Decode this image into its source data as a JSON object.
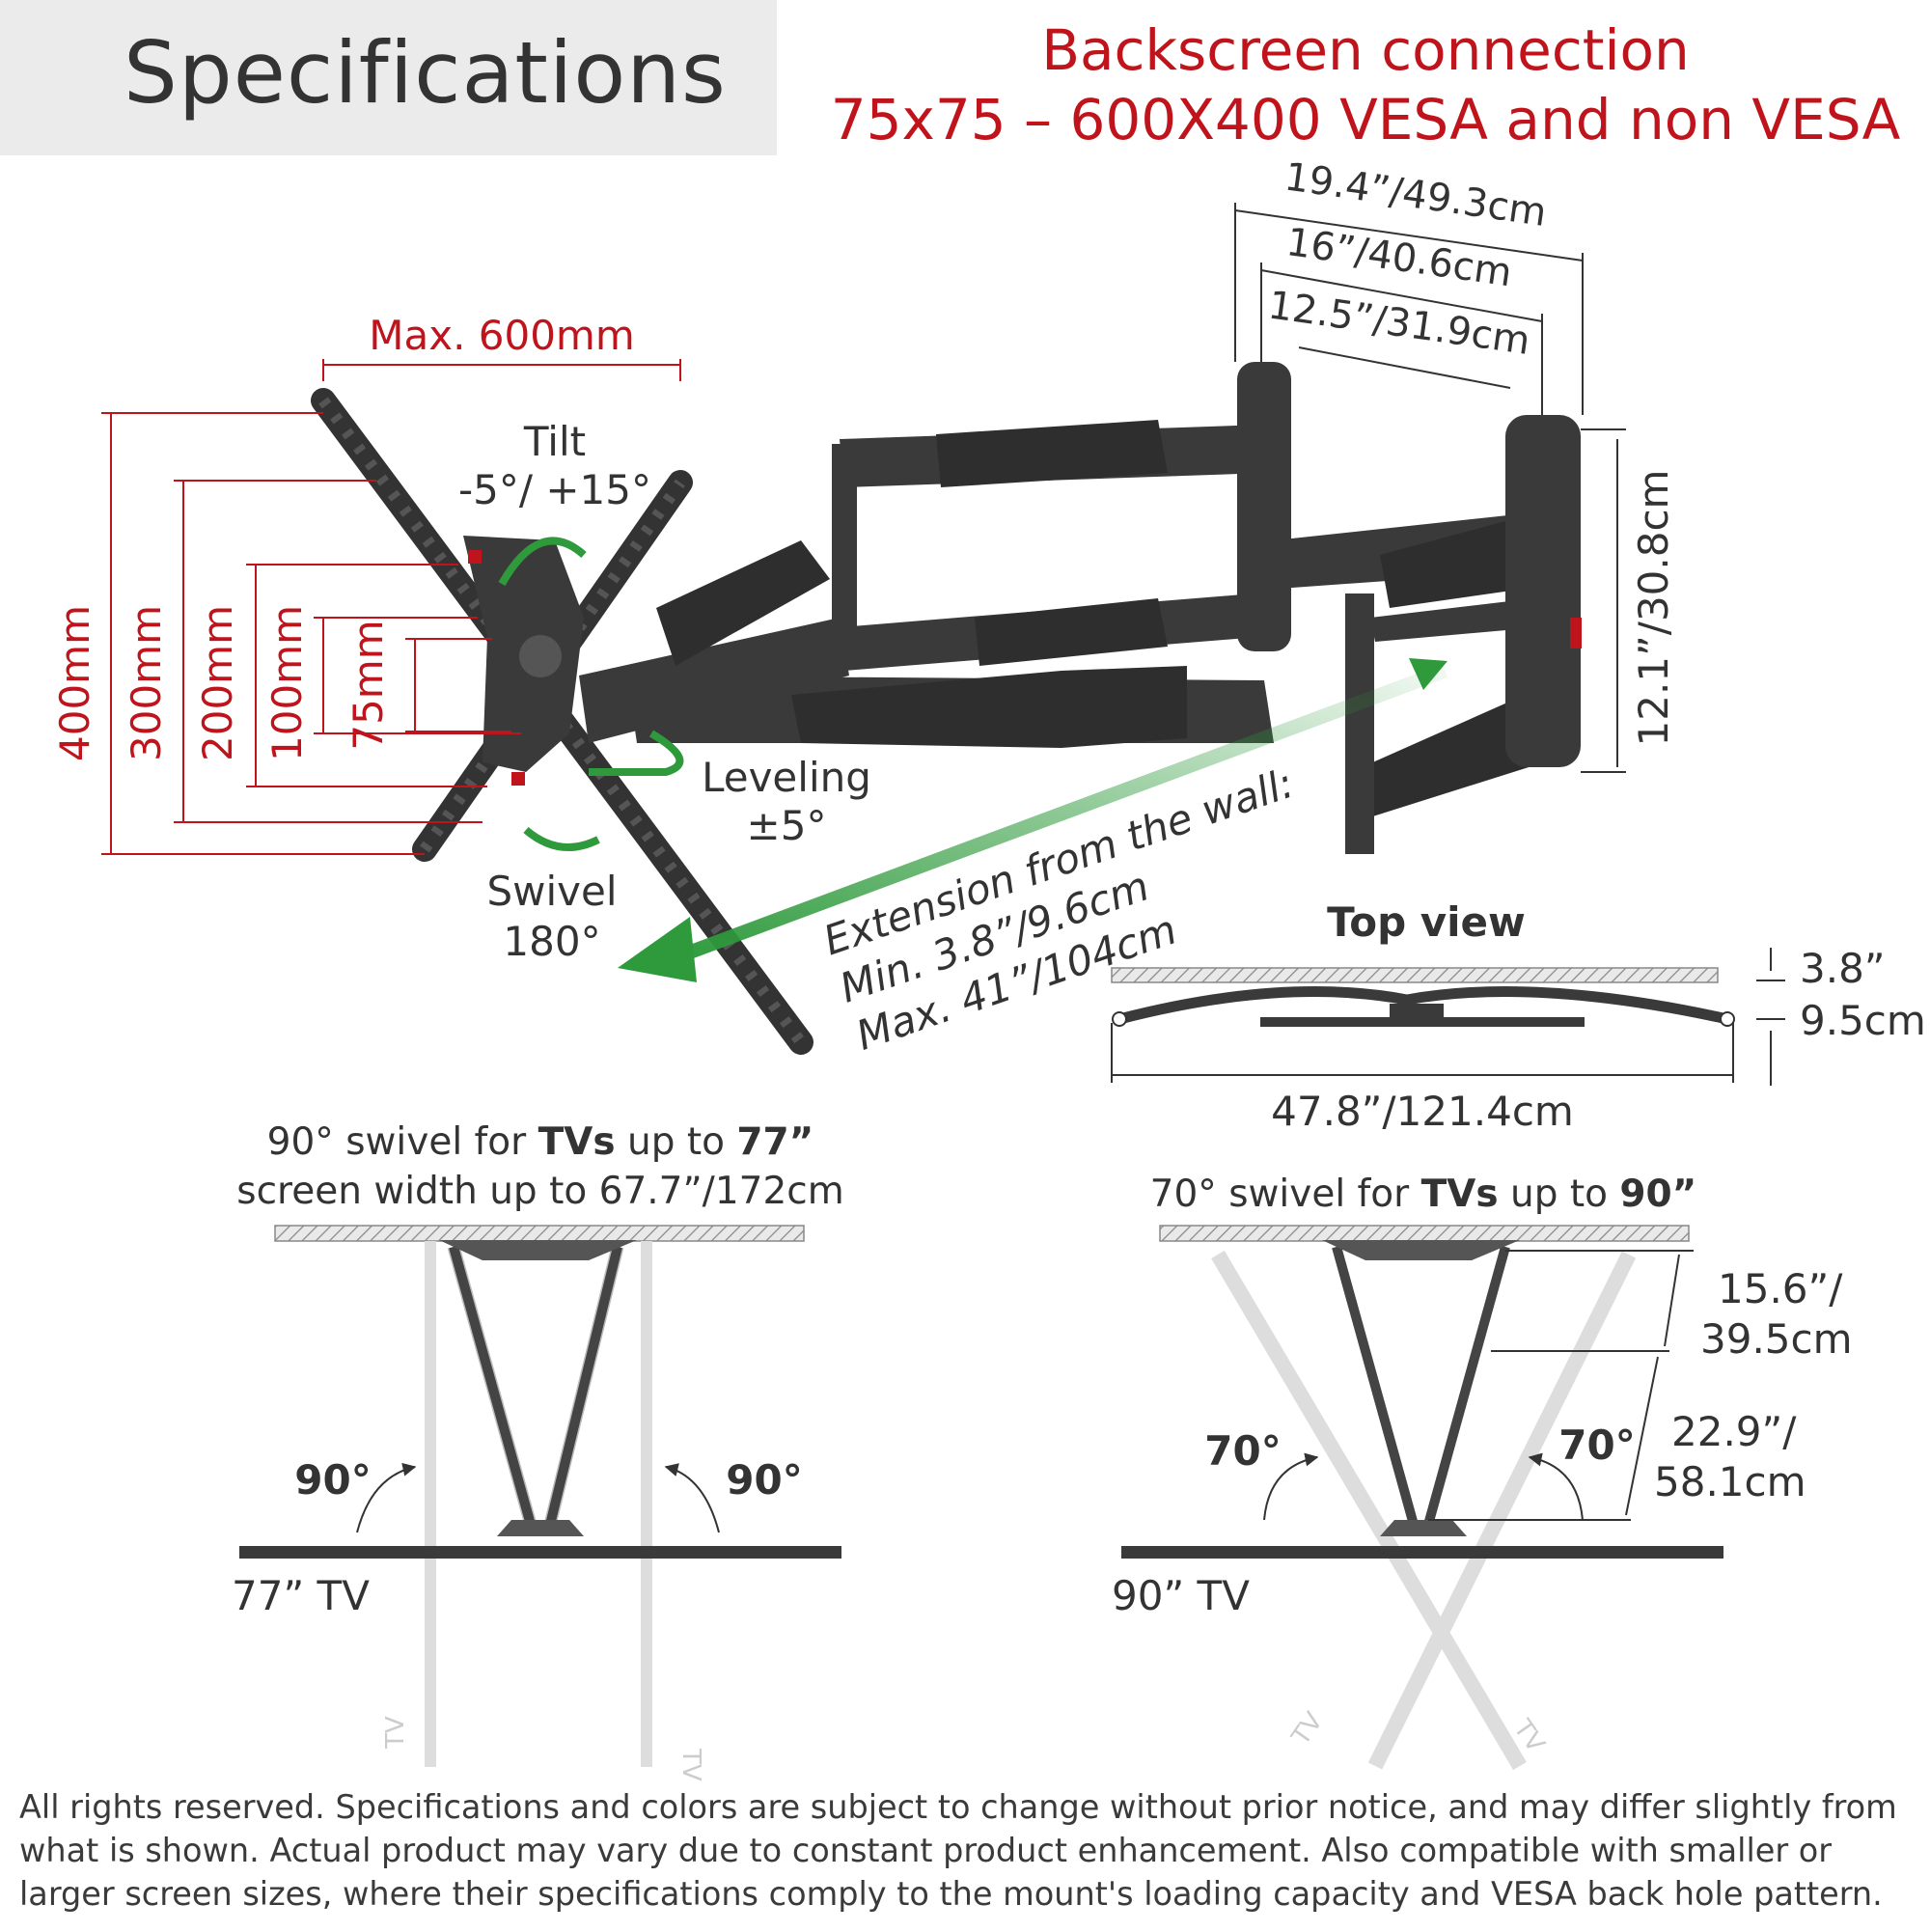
{
  "header": {
    "title": "Specifications"
  },
  "backscreen": {
    "line1": "Backscreen connection",
    "line2": "75x75 – 600X400 VESA and non VESA"
  },
  "vesa": {
    "max_width": "Max. 600mm",
    "heights": [
      "400mm",
      "300mm",
      "200mm",
      "100mm",
      "75mm"
    ]
  },
  "motion": {
    "tilt_label": "Tilt",
    "tilt_value": "-5°/ +15°",
    "leveling_label": "Leveling",
    "leveling_value": "±5°",
    "swivel_label": "Swivel",
    "swivel_value": "180°"
  },
  "extension": {
    "line1": "Extension from the wall:",
    "line2": "Min. 3.8”/9.6cm",
    "line3": "Max. 41”/104cm"
  },
  "wall_plate": {
    "width_outer": "19.4”/49.3cm",
    "width_mid": "16”/40.6cm",
    "width_inner": "12.5”/31.9cm",
    "height": "12.1”/30.8cm"
  },
  "top_view": {
    "title": "Top view",
    "depth_line1": "3.8”",
    "depth_line2": "9.5cm",
    "width": "47.8”/121.4cm"
  },
  "swivel_77": {
    "line1_a": "90° swivel for ",
    "line1_b": "TVs",
    "line1_c": " up to ",
    "line1_d": "77”",
    "line2": "screen width up to 67.7”/172cm",
    "angle_left": "90°",
    "angle_right": "90°",
    "tv_label": "77” TV",
    "tv_small": "TV"
  },
  "swivel_90": {
    "line1_a": "70° swivel for ",
    "line1_b": "TVs",
    "line1_c": " up to ",
    "line1_d": "90”",
    "angle_left": "70°",
    "angle_right": "70°",
    "dim1_line1": "15.6”/",
    "dim1_line2": "39.5cm",
    "dim2_line1": "22.9”/",
    "dim2_line2": "58.1cm",
    "tv_label": "90” TV",
    "tv_small": "TV"
  },
  "footer": {
    "text": "All rights reserved. Specifications and colors are subject to change without prior notice, and may differ slightly from what is shown. Actual product may vary due to constant product enhancement. Also compatible with smaller or larger screen sizes, where their specifications comply to the mount's loading capacity and VESA back hole pattern."
  },
  "colors": {
    "red": "#c0141c",
    "green": "#2e9a3c",
    "dark": "#3a3a3a",
    "text": "#333333"
  }
}
